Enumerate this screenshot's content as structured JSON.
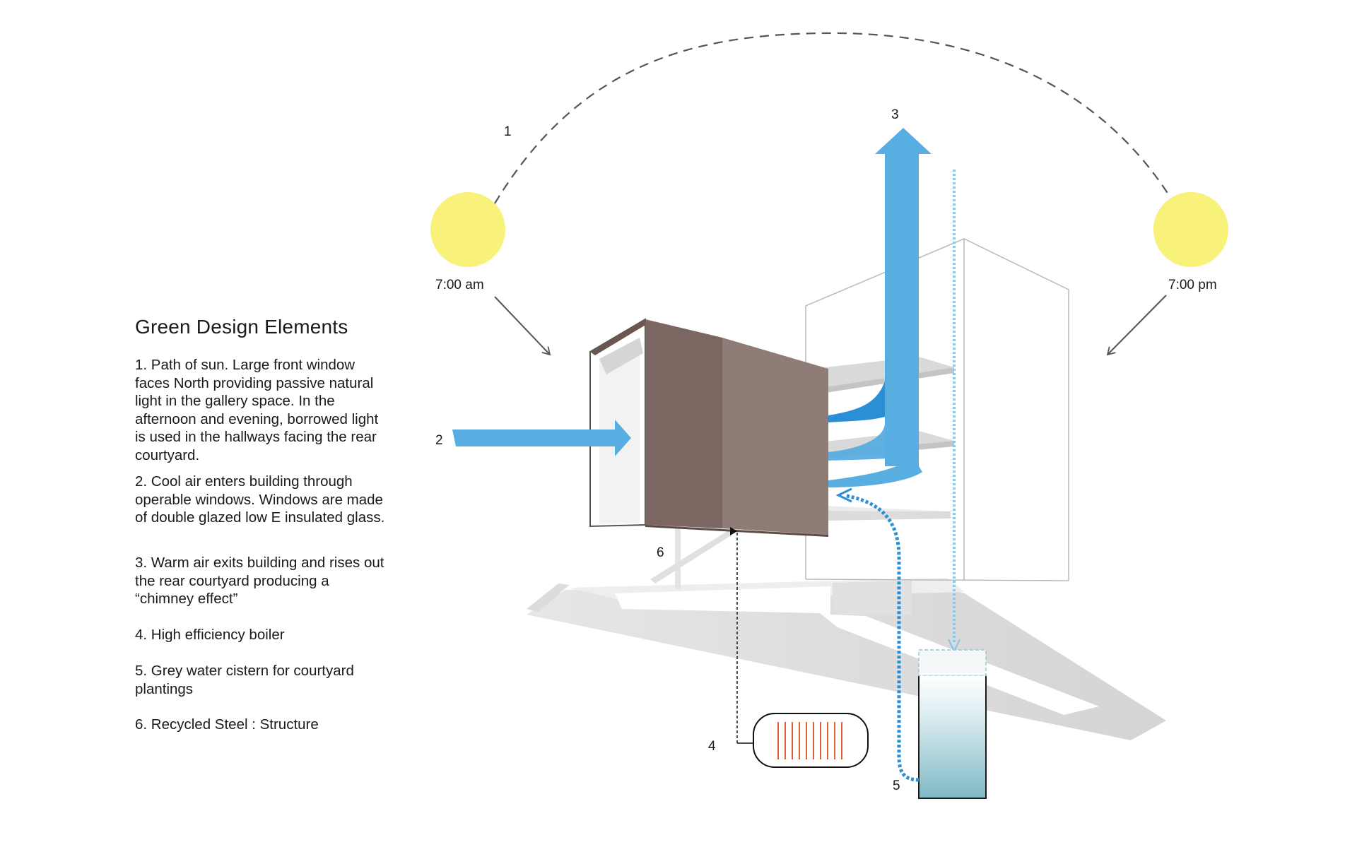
{
  "legend": {
    "title": "Green Design Elements",
    "items": [
      "1. Path of sun.  Large front window faces North providing passive natural light in the gallery space. In the afternoon and evening, borrowed light is used in the hallways facing the rear courtyard.",
      "2. Cool air enters building through operable windows.  Windows are made of double glazed low E insulated glass.",
      "3. Warm air exits building and rises out the rear courtyard producing a “chimney effect”",
      "4. High efficiency boiler",
      "5. Grey water cistern for courtyard plantings",
      "6. Recycled Steel : Structure"
    ]
  },
  "diagram": {
    "sun_morning_time": "7:00 am",
    "sun_evening_time": "7:00 pm",
    "callouts": [
      "1",
      "2",
      "3",
      "4",
      "5",
      "6"
    ],
    "colors": {
      "sun": "#f8f27a",
      "air_flow": "#58ade1",
      "air_flow_dark": "#2b8fd6",
      "cladding": "#8a7670",
      "cistern": "#8cc2cc",
      "boiler_lines": "#e0603a",
      "structure": "#e2e2e2"
    }
  }
}
